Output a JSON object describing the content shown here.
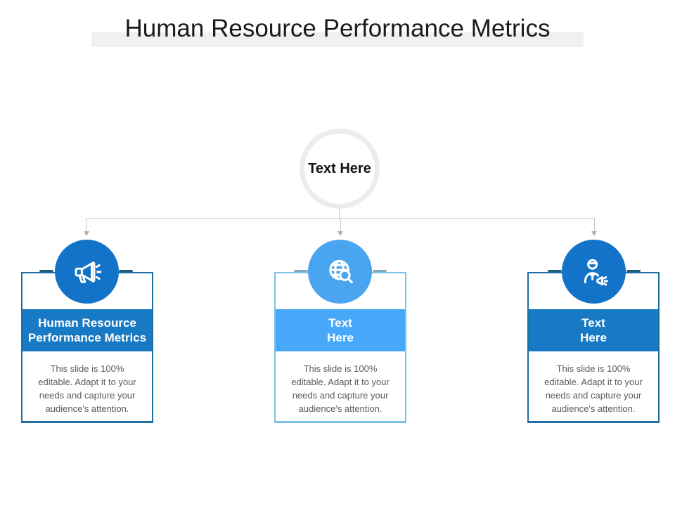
{
  "title": {
    "text": "Human Resource Performance Metrics"
  },
  "hub": {
    "label": "Text Here"
  },
  "cards": [
    {
      "icon": "megaphone-icon",
      "heading": "Human Resource\nPerformance Metrics",
      "body": "This slide is 100%\neditable. Adapt it to your\nneeds and capture your\naudience's attention.",
      "accent": "#1273c9",
      "band": "#1879c5",
      "border": "#1d6fa3",
      "dash": "#1f5d7d"
    },
    {
      "icon": "globe-search-icon",
      "heading": "Text\nHere",
      "body": "This slide is 100%\neditable. Adapt it to your\nneeds and capture your\naudience's attention.",
      "accent": "#4aa5f0",
      "band": "#47a8fa",
      "border": "#7cc2e6",
      "dash": "#82abc0"
    },
    {
      "icon": "person-announcer-icon",
      "heading": "Text\nHere",
      "body": "This slide is 100%\neditable. Adapt it to your\nneeds and capture your\naudience's attention.",
      "accent": "#1273c9",
      "band": "#1879c5",
      "border": "#1d6fa3",
      "dash": "#1f5d7d"
    }
  ],
  "colors": {
    "background": "#ffffff",
    "title_text": "#1b1b1b",
    "title_band": "#f0f0f0",
    "hub_ring": "#ececec",
    "connector_line": "#c9c9c9",
    "body_text": "#5a5a5a"
  }
}
